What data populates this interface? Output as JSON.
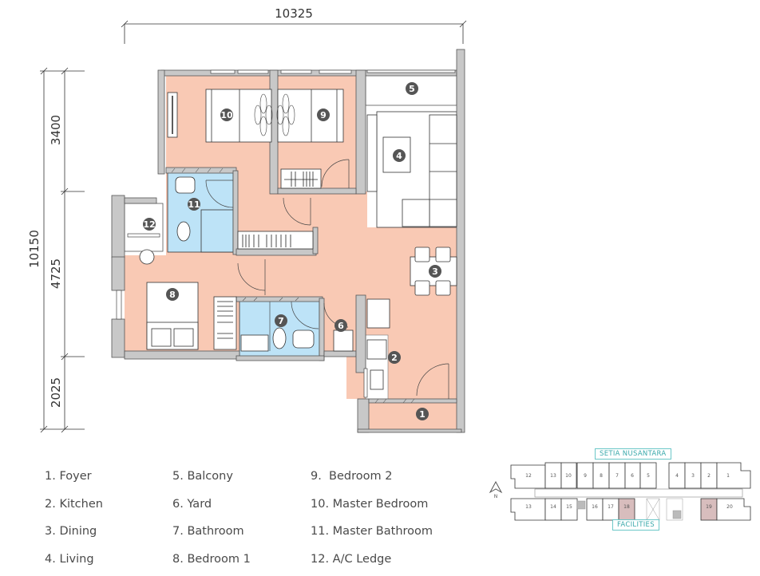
{
  "dimensions": {
    "width_total": "10325",
    "height_total": "10150",
    "height_segments": [
      "3400",
      "4725",
      "2025"
    ]
  },
  "rooms": [
    {
      "num": "1",
      "name": "Foyer"
    },
    {
      "num": "2",
      "name": "Kitchen"
    },
    {
      "num": "3",
      "name": "Dining"
    },
    {
      "num": "4",
      "name": "Living"
    },
    {
      "num": "5",
      "name": "Balcony"
    },
    {
      "num": "6",
      "name": "Yard"
    },
    {
      "num": "7",
      "name": "Bathroom"
    },
    {
      "num": "8",
      "name": "Bedroom 1"
    },
    {
      "num": "9",
      "name": "Bedroom 2"
    },
    {
      "num": "10",
      "name": "Master Bedroom"
    },
    {
      "num": "11",
      "name": "Master Bathroom"
    },
    {
      "num": "12",
      "name": "A/C Ledge"
    }
  ],
  "legend": {
    "col1": [
      "1. Foyer",
      "2. Kitchen",
      "3. Dining",
      "4. Living"
    ],
    "col2": [
      "5. Balcony",
      "6. Yard",
      "7. Bathroom",
      "8. Bedroom 1"
    ],
    "col3": [
      "9.  Bedroom 2",
      "10. Master Bedroom",
      "11. Master Bathroom",
      "12. A/C Ledge"
    ]
  },
  "key_plan": {
    "top_label": "SETIA NUSANTARA",
    "bottom_label": "FACILITIES",
    "north_label": "N",
    "top_row_units": [
      "12",
      "13",
      "10",
      "9",
      "8",
      "7",
      "6",
      "5",
      "4",
      "3",
      "2",
      "1"
    ],
    "bottom_row_units": [
      "13",
      "14",
      "15",
      "16",
      "17",
      "18",
      "19",
      "20"
    ],
    "highlighted_units": [
      "18",
      "19"
    ]
  },
  "colors": {
    "floor": "#f9c9b4",
    "wet_area": "#bde3f7",
    "wall": "#c8c8c8",
    "furniture": "#ffffff",
    "label_badge": "#555555",
    "highlight_unit": "#d8bdbd",
    "keyplan_accent": "#3aa9ab"
  }
}
